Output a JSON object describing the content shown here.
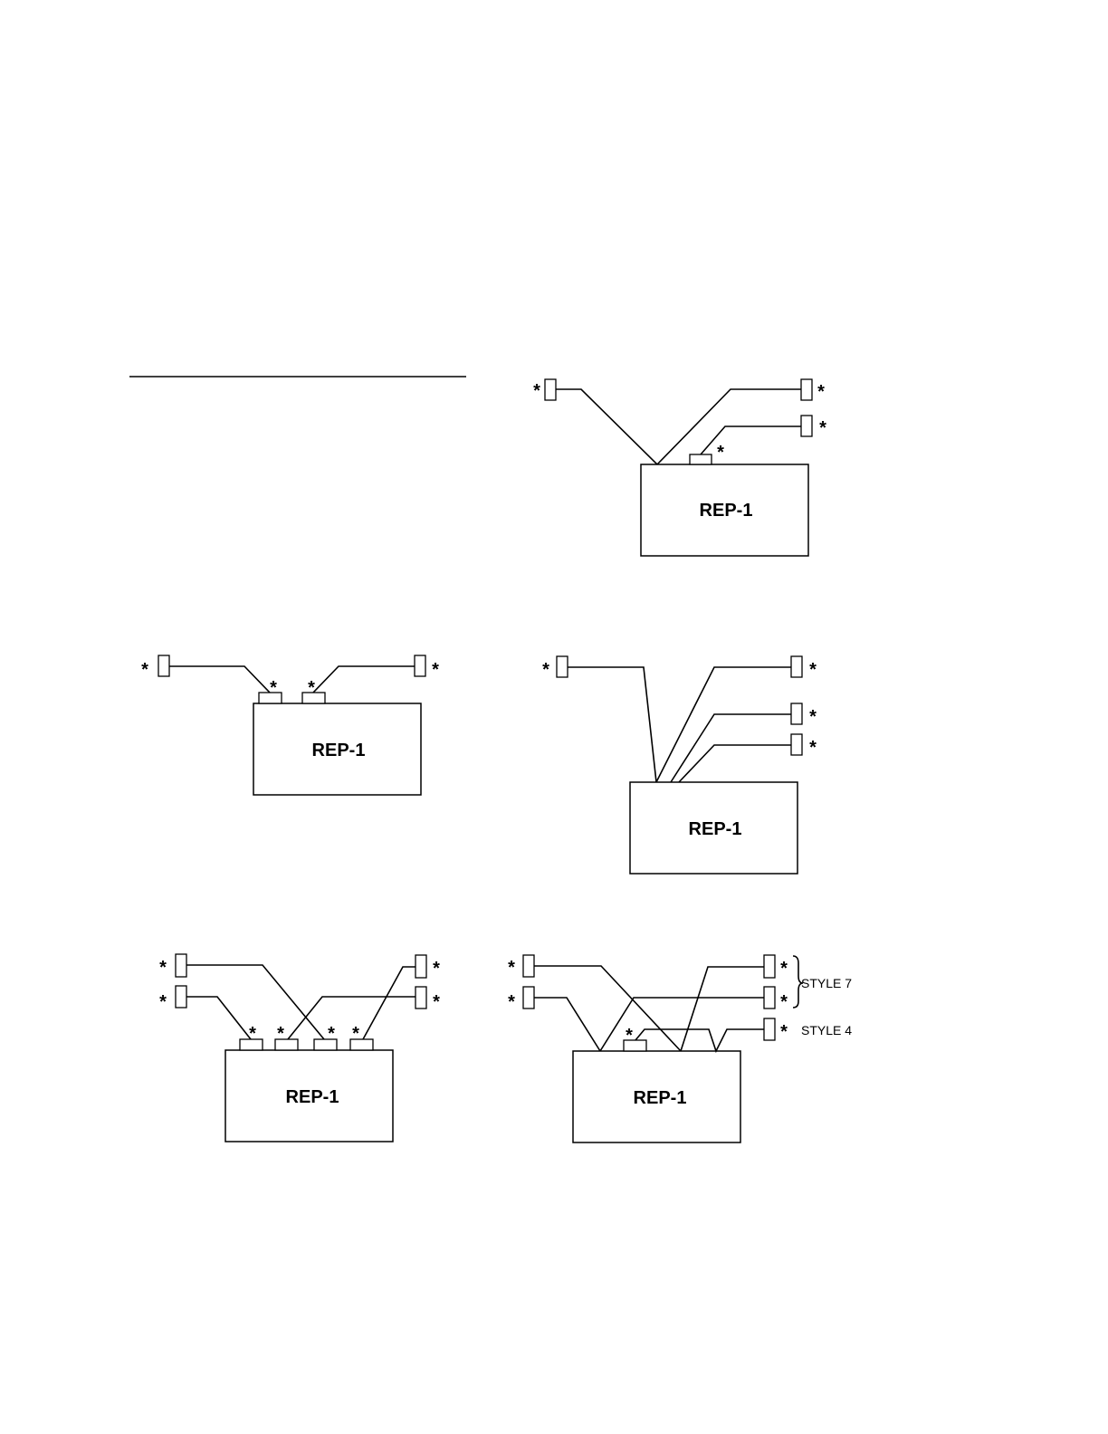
{
  "labels": {
    "module": "REP-1",
    "marker": "*",
    "style_a": "STYLE 7",
    "style_b": "STYLE 4"
  },
  "colors": {
    "ink": "#000000",
    "paper": "#ffffff"
  }
}
